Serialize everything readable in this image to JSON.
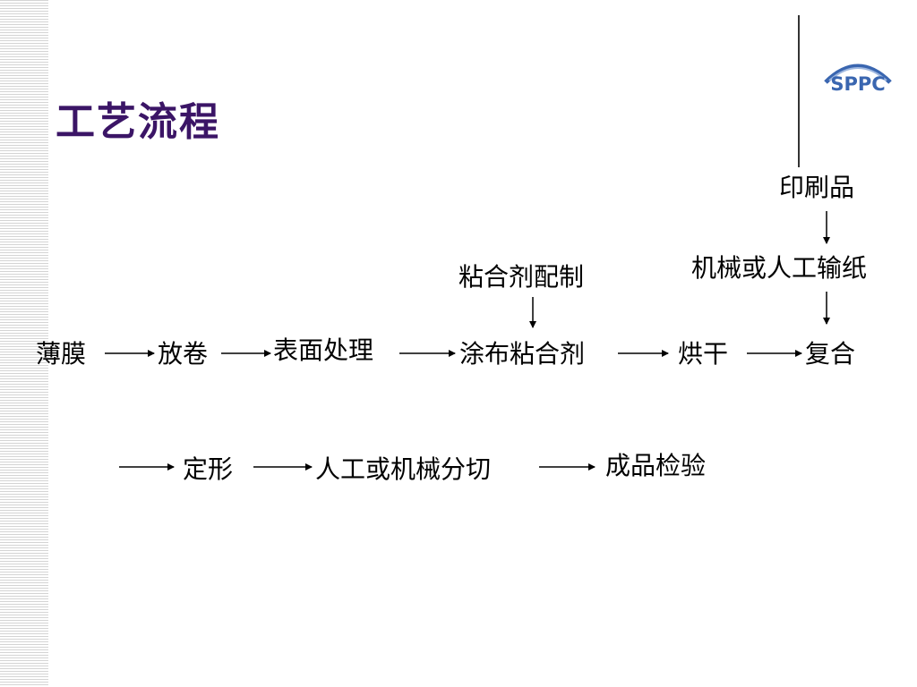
{
  "slide": {
    "title": "工艺流程",
    "logo": {
      "text": "SPPC",
      "color": "#3a66b0"
    },
    "title_color": "#3b1566"
  },
  "flow": {
    "row1": [
      "薄膜",
      "放卷",
      "表面处理",
      "涂布粘合剂",
      "烘干",
      "复合"
    ],
    "row2": [
      "定形",
      "人工或机械分切",
      "成品检验"
    ],
    "branch_adhesive": "粘合剂配制",
    "branch_print": [
      "印刷品",
      "机械或人工输纸"
    ]
  }
}
